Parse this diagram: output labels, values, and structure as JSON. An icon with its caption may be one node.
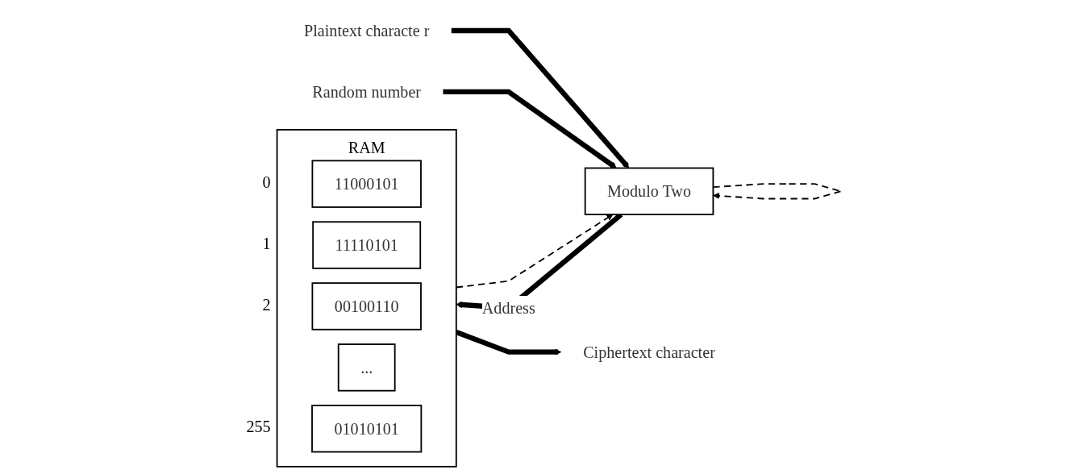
{
  "diagram": {
    "nodes": [
      {
        "text": [
          "Plaintext characte r"
        ]
      },
      {
        "text": [
          "Modulo Two"
        ]
      },
      {
        "text": [
          "Random number"
        ]
      },
      {
        "text": [
          "RAM"
        ]
      },
      {
        "text": [
          "11000101"
        ],
        "in": 3,
        "beside": [
          "0"
        ]
      },
      {
        "text": [
          "11110101"
        ],
        "in": 3,
        "beside": [
          "1"
        ]
      },
      {
        "text": [
          "00100110"
        ],
        "in": 3,
        "beside": [
          "2"
        ]
      },
      {
        "text": [
          "..."
        ],
        "in": 3
      },
      {
        "text": [
          "01010101"
        ],
        "in": 3,
        "beside": [
          "255"
        ]
      },
      {
        "text": [
          "Ciphertext character"
        ]
      }
    ],
    "edges": [
      {
        "from": 0,
        "to": 1,
        "arrow": "to"
      },
      {
        "from": 2,
        "to": 1,
        "arrow": "to"
      },
      {
        "from": 1,
        "to": 3,
        "arrow": "to",
        "label": "Address"
      },
      {
        "from": 1,
        "to": 1,
        "arrow": "to",
        "style": "dashed"
      },
      {
        "from": 3,
        "to": 9,
        "arrow": "to"
      },
      {
        "from": 3,
        "to": 1,
        "arrow": "to",
        "style": "dashed"
      }
    ]
  }
}
